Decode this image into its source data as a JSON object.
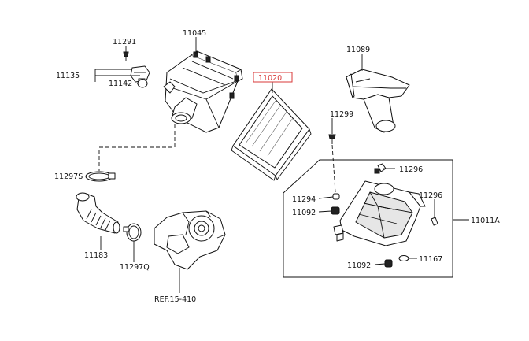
{
  "labels": {
    "p11045": "11045",
    "p11291": "11291",
    "p11135": "11135",
    "p11142": "11142",
    "p11020": "11020",
    "p11089": "11089",
    "p11299": "11299",
    "p11297s": "11297S",
    "p11296a": "11296",
    "p11296b": "11296",
    "p11294": "11294",
    "p11092a": "11092",
    "p11092b": "11092",
    "p11011a": "11011A",
    "p11167": "11167",
    "p11183": "11183",
    "p11297q": "11297Q",
    "ref": "REF.15-410"
  },
  "colors": {
    "highlight": "#d93a3a",
    "line": "#111111"
  }
}
